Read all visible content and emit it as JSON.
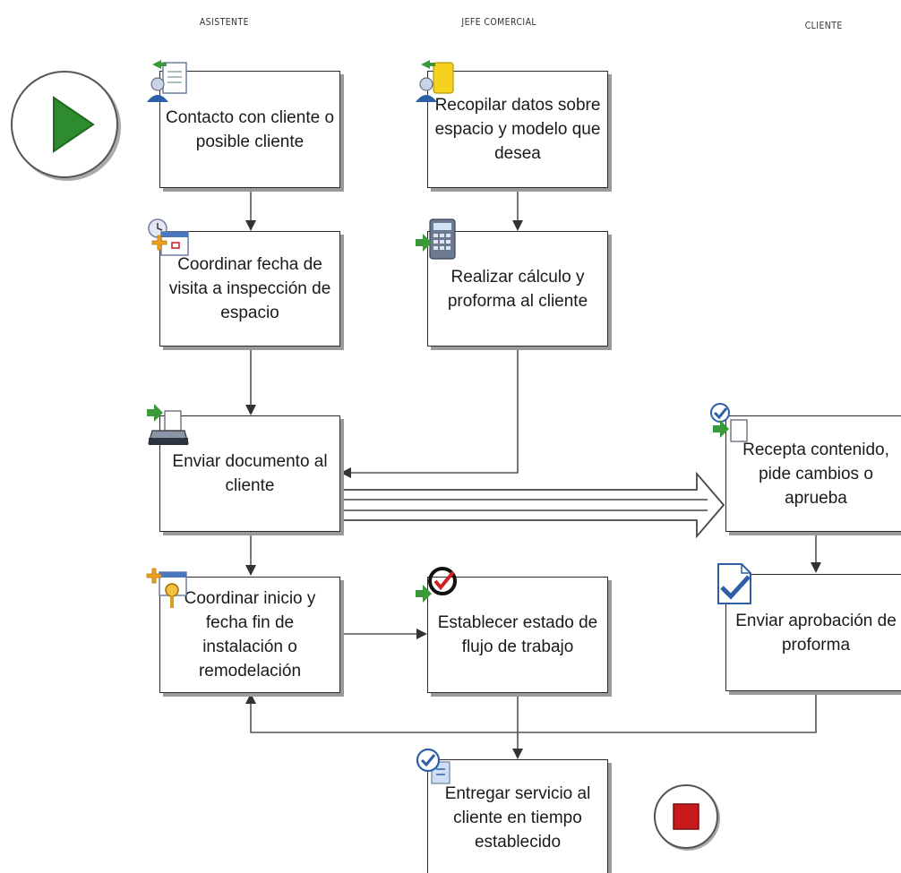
{
  "lanes": {
    "asistente": "ASISTENTE",
    "jefe": "JEFE COMERCIAL",
    "cliente": "CLIENTE"
  },
  "steps": {
    "contacto": "Contacto con cliente o posible cliente",
    "recopilar": "Recopilar datos sobre espacio y modelo que desea",
    "coordinar_fecha": "Coordinar fecha de visita a inspección de espacio",
    "realizar": "Realizar cálculo y proforma al cliente",
    "enviar_doc": "Enviar documento al cliente",
    "recepta": "Recepta contenido, pide cambios o aprueba",
    "coordinar_inicio": "Coordinar inicio y fecha fin de instalación o remodelación",
    "establecer": "Establecer estado de flujo de trabajo",
    "enviar_aprob": "Enviar aprobación de proforma",
    "entregar": "Entregar servicio al cliente en tiempo establecido"
  },
  "icons": {
    "start": "play-icon",
    "end": "stop-icon",
    "contacto": "contact-person-icon",
    "recopilar": "collect-data-icon",
    "coordinar_fecha": "schedule-icon",
    "realizar": "calculator-icon",
    "enviar_doc": "send-document-icon",
    "recepta": "review-document-icon",
    "coordinar_inicio": "calendar-key-icon",
    "establecer": "workflow-status-icon",
    "enviar_aprob": "approve-document-icon",
    "entregar": "checklist-icon"
  },
  "colors": {
    "start_arrow": "#2e8b2e",
    "stop_square": "#c81a1a",
    "box_border": "#2b2b2b",
    "shadow": "#9a9a9a"
  }
}
